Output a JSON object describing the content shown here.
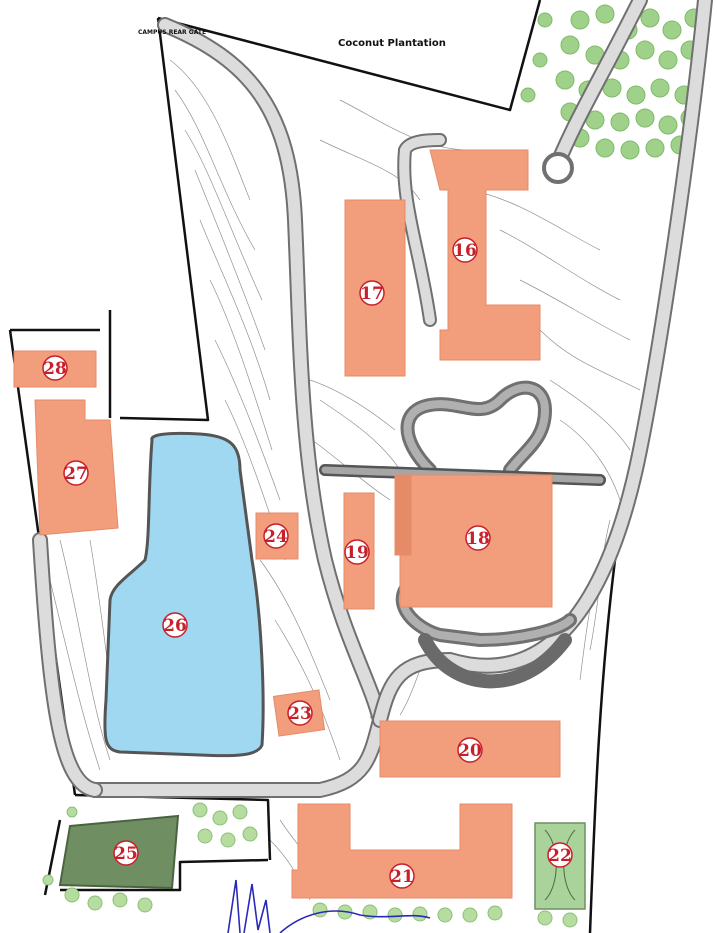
{
  "map": {
    "title": "Coconut Plantation",
    "gate_label": "CAMPUS REAR GATE",
    "colors": {
      "building": "#f29e7c",
      "building_stroke": "#e58b68",
      "pond": "#9fd8f0",
      "road": "#d9d9d9",
      "road_dark": "#8c8c8c",
      "tree": "#9fd18a",
      "lawn": "#6f8f63",
      "court": "#a9d39a",
      "boundary": "#111111",
      "label": "#c8202a",
      "signature": "#2a2ab8"
    },
    "buildings": [
      {
        "id": "b16",
        "number": "16"
      },
      {
        "id": "b17",
        "number": "17"
      },
      {
        "id": "b18",
        "number": "18"
      },
      {
        "id": "b19",
        "number": "19"
      },
      {
        "id": "b20",
        "number": "20"
      },
      {
        "id": "b21",
        "number": "21"
      },
      {
        "id": "b22",
        "number": "22"
      },
      {
        "id": "b23",
        "number": "23"
      },
      {
        "id": "b24",
        "number": "24"
      },
      {
        "id": "b25",
        "number": "25"
      },
      {
        "id": "b26",
        "number": "26"
      },
      {
        "id": "b27",
        "number": "27"
      },
      {
        "id": "b28",
        "number": "28"
      }
    ]
  }
}
